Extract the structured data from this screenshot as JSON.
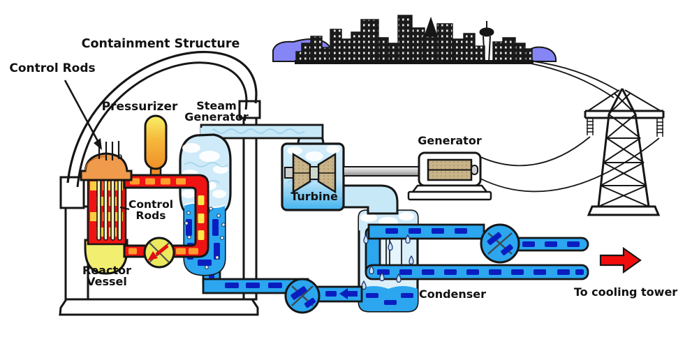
{
  "diagram": {
    "type": "nuclear-power-plant-schematic",
    "labels": {
      "containment_structure": "Containment Structure",
      "control_rods_pointer": "Control Rods",
      "pressurizer": "Pressurizer",
      "steam_generator": "Steam\nGenerator",
      "control_rods_inner": "Control\nRods",
      "reactor_vessel": "Reactor\nVessel",
      "turbine": "Turbine",
      "generator": "Generator",
      "condenser": "Condenser",
      "to_cooling_tower": "To cooling tower"
    },
    "colors": {
      "hot_loop_red": "#f01313",
      "hot_dash_orange": "#ff9d2c",
      "hot_dash_yellow": "#ffe94a",
      "water_blue": "#2ba6ef",
      "flow_dash_navy": "#0a1ec0",
      "steam_light_blue": "#cfeaf8",
      "vessel_orange": "#f09a4c",
      "core_yellow": "#f1ee70",
      "machine_tan": "#c9b388",
      "hill_purple": "#8585f5",
      "arrow_red": "#f20d0d",
      "outline_black": "#161616"
    }
  }
}
